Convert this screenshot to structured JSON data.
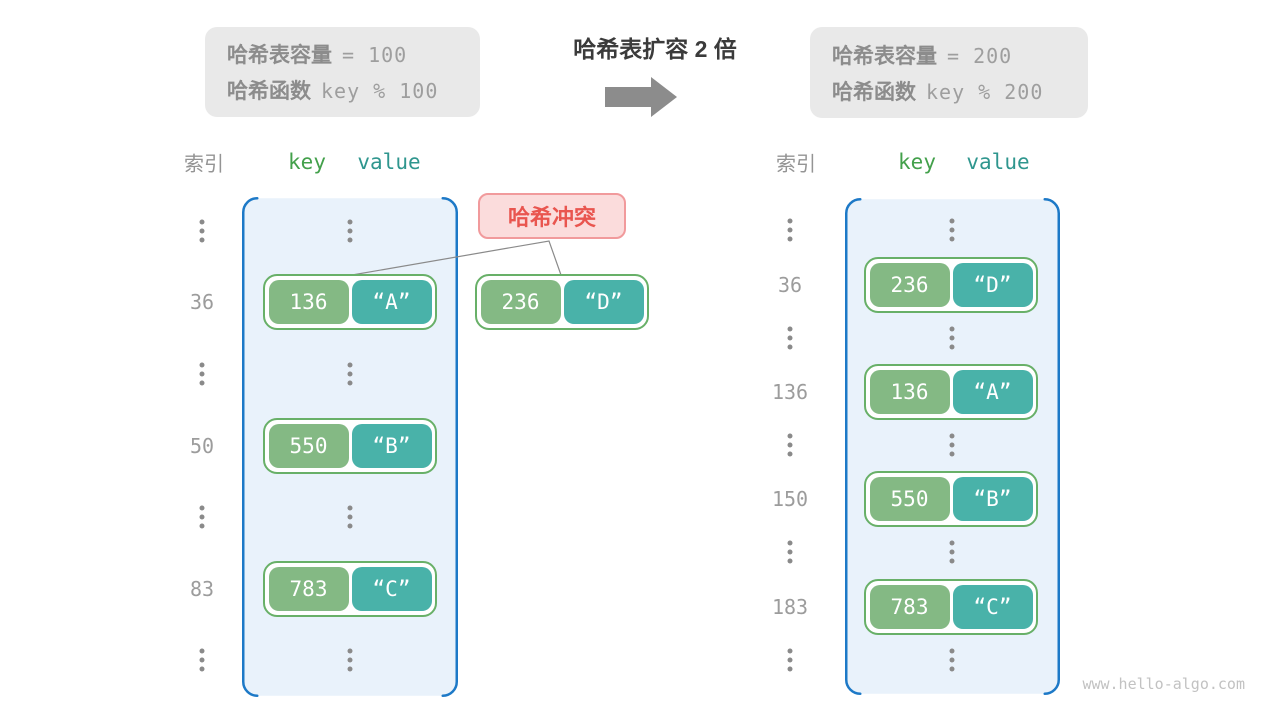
{
  "header": {
    "old_table": {
      "line1_label": "哈希表容量",
      "line1_value": "= 100",
      "line2_label": "哈希函数",
      "line2_value": "key % 100"
    },
    "transition": {
      "title": "哈希表扩容 2 倍",
      "arrow_icon": "right-arrow"
    },
    "new_table": {
      "line1_label": "哈希表容量",
      "line1_value": "= 200",
      "line2_label": "哈希函数",
      "line2_value": "key % 200"
    }
  },
  "collision": {
    "label": "哈希冲突",
    "pair": {
      "key": "236",
      "value": "“D”"
    }
  },
  "left_table": {
    "index_header": "索引",
    "key_header": "key",
    "value_header": "value",
    "rows": [
      {
        "type": "dots"
      },
      {
        "type": "pair",
        "index": "36",
        "key": "136",
        "value": "“A”"
      },
      {
        "type": "dots"
      },
      {
        "type": "pair",
        "index": "50",
        "key": "550",
        "value": "“B”"
      },
      {
        "type": "dots"
      },
      {
        "type": "pair",
        "index": "83",
        "key": "783",
        "value": "“C”"
      },
      {
        "type": "dots"
      }
    ]
  },
  "right_table": {
    "index_header": "索引",
    "key_header": "key",
    "value_header": "value",
    "rows": [
      {
        "type": "dots"
      },
      {
        "type": "pair",
        "index": "36",
        "key": "236",
        "value": "“D”"
      },
      {
        "type": "dots"
      },
      {
        "type": "pair",
        "index": "136",
        "key": "136",
        "value": "“A”"
      },
      {
        "type": "dots"
      },
      {
        "type": "pair",
        "index": "150",
        "key": "550",
        "value": "“B”"
      },
      {
        "type": "dots"
      },
      {
        "type": "pair",
        "index": "183",
        "key": "783",
        "value": "“C”"
      },
      {
        "type": "dots"
      }
    ]
  },
  "colors": {
    "bucket_fill": "#e9f2fb",
    "bucket_border": "#1d79c7",
    "pair_border": "#68b068",
    "key_pill": "#84b984",
    "value_pill": "#49b2a9",
    "collision_bg": "#fbdcdc",
    "collision_border": "#f19a9c",
    "collision_text": "#e9554f",
    "infobox_bg": "#e9e9e9",
    "arrow": "#8c8c8c"
  },
  "footer": {
    "watermark": "www.hello-algo.com"
  }
}
